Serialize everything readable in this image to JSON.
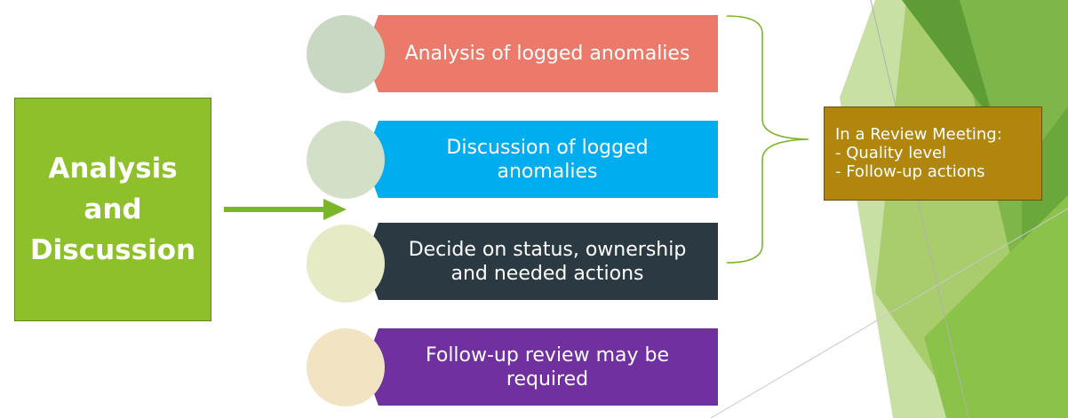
{
  "main": {
    "title": "Analysis\nand\nDiscussion"
  },
  "steps": [
    {
      "label": "Analysis of logged anomalies",
      "color": "#ec7a6a",
      "circle_color": "#c8d8c3"
    },
    {
      "label": "Discussion of logged anomalies",
      "color": "#00adef",
      "circle_color": "#d3e0c8"
    },
    {
      "label": "Decide on status, ownership and needed actions",
      "color": "#2b3a42",
      "circle_color": "#e6ebc5"
    },
    {
      "label": "Follow-up review may be required",
      "color": "#7030a0",
      "circle_color": "#f2e3c3"
    }
  ],
  "review": {
    "heading": "In a Review Meeting:",
    "items": [
      "- Quality level",
      "- Follow-up actions"
    ]
  },
  "colors": {
    "main_green": "#8dc02a",
    "review_gold": "#b0860c",
    "arrow_green": "#7ab52a"
  }
}
